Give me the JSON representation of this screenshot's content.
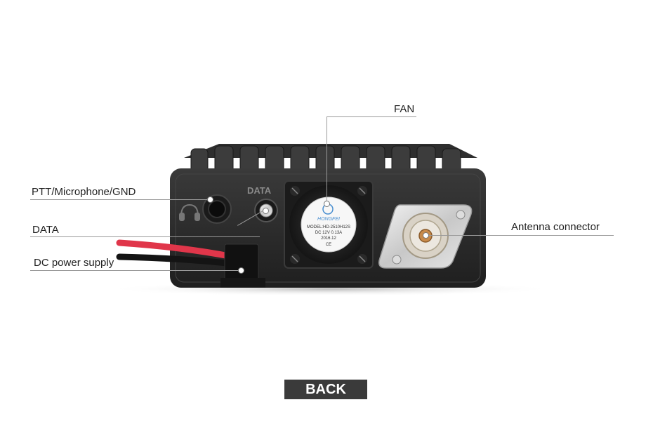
{
  "labels": {
    "fan": "FAN",
    "ptt": "PTT/Microphone/GND",
    "data": "DATA",
    "dc_power": "DC power supply",
    "antenna": "Antenna connector"
  },
  "device": {
    "panel_text": "DATA",
    "fan_brand": "HONGFEI",
    "fan_model": "MODEL:HD-2510H12S",
    "fan_rating": "DC 12V  0.13A",
    "fan_date": "2016.12",
    "fan_mark": "CE"
  },
  "back_button": {
    "label": "BACK"
  },
  "colors": {
    "button_bg": "#3a3a3a",
    "body": "#2b2b2b",
    "red_wire": "#e0364a"
  }
}
